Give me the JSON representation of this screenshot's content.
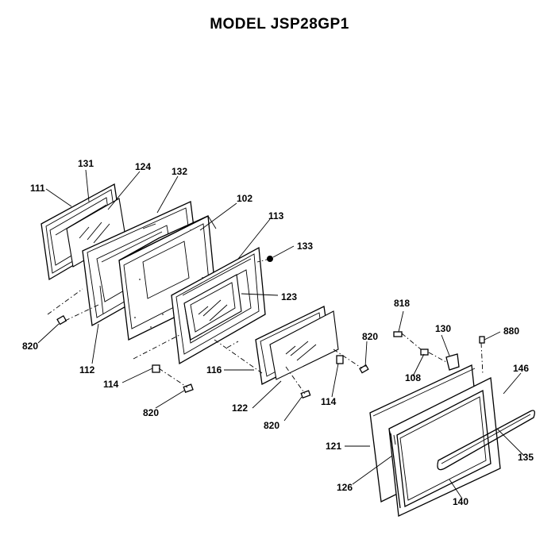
{
  "title": "MODEL JSP28GP1",
  "part_labels": {
    "p111": "111",
    "p131": "131",
    "p124": "124",
    "p132": "132",
    "p102": "102",
    "p113": "113",
    "p133": "133",
    "p123": "123",
    "p112": "112",
    "p820a": "820",
    "p114a": "114",
    "p820b": "820",
    "p116": "116",
    "p122": "122",
    "p820c": "820",
    "p114b": "114",
    "p820d": "820",
    "p818": "818",
    "p130": "130",
    "p880": "880",
    "p108": "108",
    "p146": "146",
    "p121": "121",
    "p126": "126",
    "p135": "135",
    "p140": "140"
  }
}
